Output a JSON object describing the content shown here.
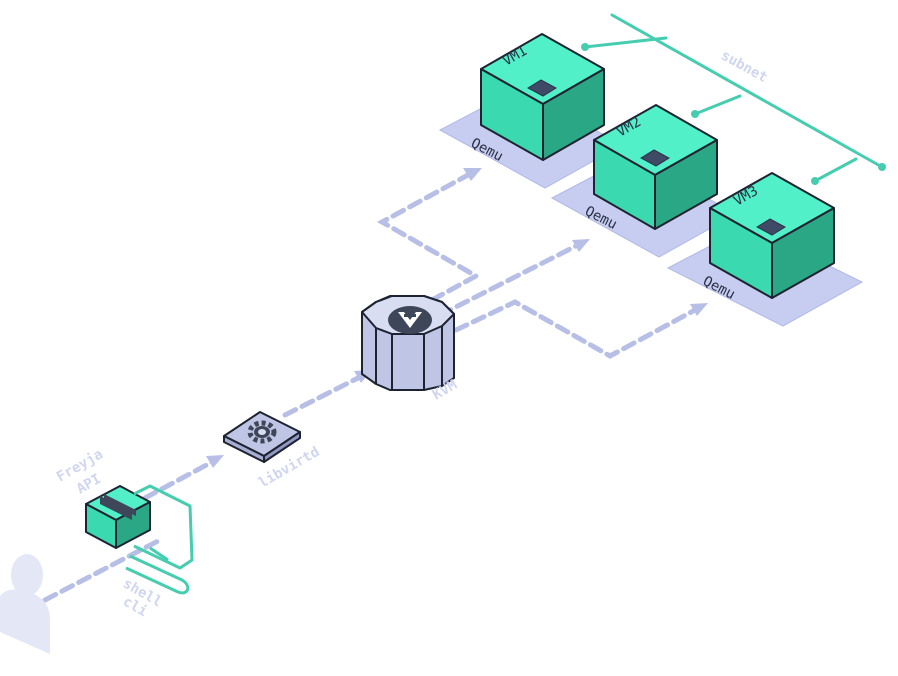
{
  "title": "",
  "nodes": {
    "vm1": {
      "label": "VM1",
      "host_label": "Qemu"
    },
    "vm2": {
      "label": "VM2",
      "host_label": "Qemu"
    },
    "vm3": {
      "label": "VM3",
      "host_label": "Qemu"
    },
    "kvm": {
      "label": "KVM"
    },
    "libvirtd": {
      "label": "libvirtd"
    },
    "freyja_api": {
      "label_line1": "Freyja",
      "label_line2": "API"
    },
    "shell_cli": {
      "label_line1": "shell",
      "label_line2": "cli"
    },
    "subnet": {
      "label": "subnet"
    }
  },
  "icons": {
    "user": "user-icon",
    "package": "package-icon",
    "shell": "shell-icon",
    "libvirtd": "gear-icon",
    "kvm": "kvm-logo-icon"
  },
  "colors": {
    "vm_face": "#52f0c8",
    "flow": "#b7bfe6",
    "plate": "#c7cdf0",
    "network": "#46cdb0",
    "label_faint": "#d0d5f0"
  }
}
